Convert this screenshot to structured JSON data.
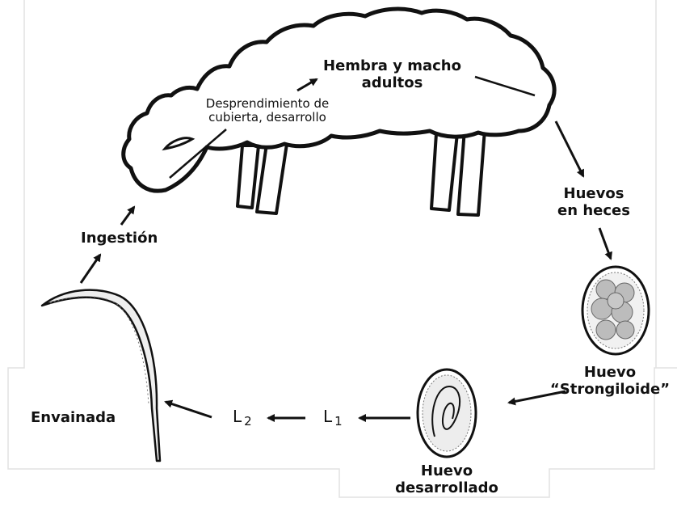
{
  "labels": {
    "adults_line1": "Hembra y macho",
    "adults_line2": "adultos",
    "molt_line1": "Desprendimiento de",
    "molt_line2": "cubierta, desarrollo",
    "eggs_line1": "Huevos",
    "eggs_line2": "en heces",
    "strongyle_line1": "Huevo",
    "strongyle_line2": "“Strongiloide”",
    "embryo_line1": "Huevo",
    "embryo_line2": "desarrollado",
    "ingestion": "Ingestión",
    "sheathed": "Envainada",
    "l1_letter": "L",
    "l1_num": "1",
    "l2_letter": "L",
    "l2_num": "2"
  },
  "colors": {
    "line": "#111111",
    "egg_fill": "#f1f1f1",
    "morula": "#bcbcbc"
  }
}
